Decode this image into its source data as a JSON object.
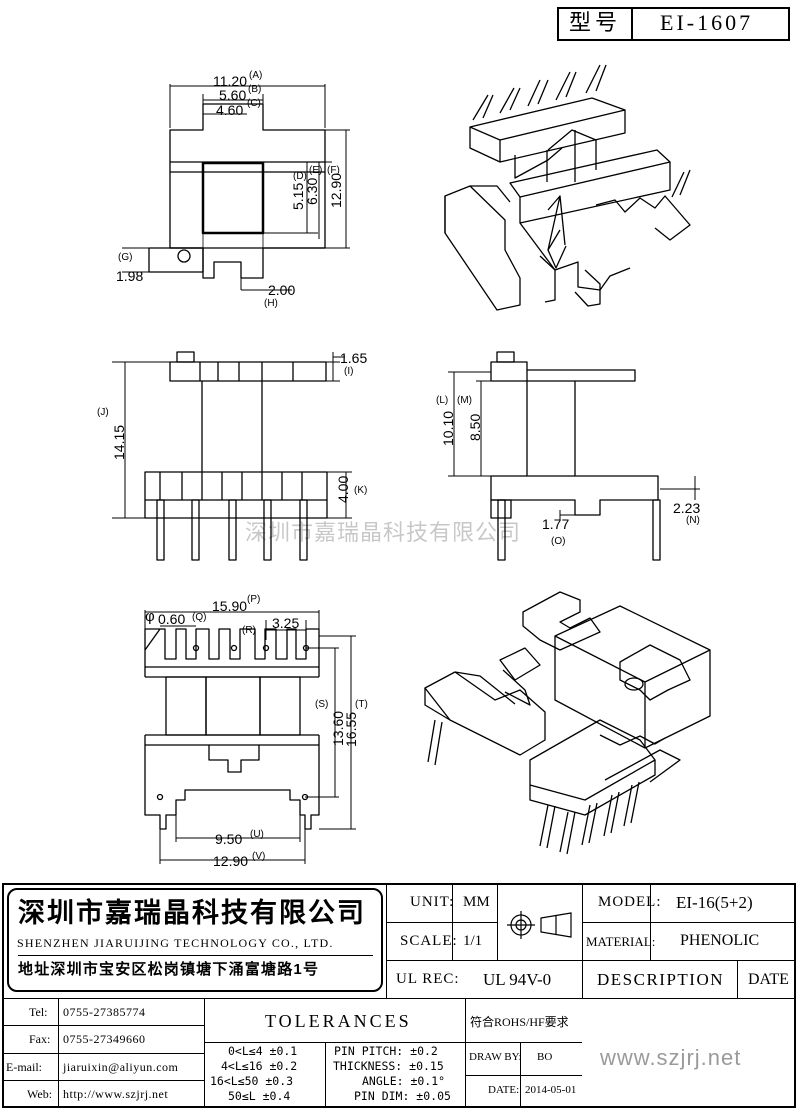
{
  "drawing": {
    "model_tag_label": "型号",
    "model_tag_value": "EI-1607",
    "watermark": "深圳市嘉瑞晶科技有限公司",
    "dims": {
      "A": "11.20",
      "A_tag": "(A)",
      "B": "5.60",
      "B_tag": "(B)",
      "C": "4.60",
      "C_tag": "(C)",
      "D": "5.15",
      "D_tag": "(D)",
      "E": "6.30",
      "E_tag": "(E)",
      "F": "12.90",
      "F_tag": "(F)",
      "G": "1.98",
      "G_tag": "(G)",
      "H": "2.00",
      "H_tag": "(H)",
      "I": "1.65",
      "I_tag": "(I)",
      "J": "14.15",
      "J_tag": "(J)",
      "K": "4.00",
      "K_tag": "(K)",
      "L": "10.10",
      "L_tag": "(L)",
      "M": "8.50",
      "M_tag": "(M)",
      "N": "2.23",
      "N_tag": "(N)",
      "O": "1.77",
      "O_tag": "(O)",
      "P": "15.90",
      "P_tag": "(P)",
      "Q": "0.60",
      "Q_tag": "(Q)",
      "Q_prefix": "φ",
      "R": "3.25",
      "R_tag": "(R)",
      "S": "13.60",
      "S_tag": "(S)",
      "T": "16.55",
      "T_tag": "(T)",
      "U": "9.50",
      "U_tag": "(U)",
      "V": "12.90",
      "V_tag": "(V)"
    }
  },
  "title_block": {
    "company_cn": "深圳市嘉瑞晶科技有限公司",
    "company_en": "SHENZHEN JIARUIJING TECHNOLOGY CO., LTD.",
    "address": "地址深圳市宝安区松岗镇塘下涌富塘路1号",
    "unit_label": "UNIT:",
    "unit_value": "MM",
    "scale_label": "SCALE:",
    "scale_value": "1/1",
    "ul_label": "UL REC:",
    "ul_value": "UL 94V-0",
    "model_label": "MODEL:",
    "model_value": "EI-16(5+2)",
    "material_label": "MATERIAL:",
    "material_value": "PHENOLIC",
    "description_label": "DESCRIPTION",
    "date_label": "DATE",
    "tel_label": "Tel:",
    "tel_value": "0755-27385774",
    "fax_label": "Fax:",
    "fax_value": "0755-27349660",
    "email_label": "E-mail:",
    "email_value": "jiaruixin@aliyun.com",
    "web_label": "Web:",
    "web_value": "http://www.szjrj.net",
    "tolerances_label": "TOLERANCES",
    "rohs": "符合ROHS/HF要求",
    "tol_lines": [
      "0<L≤4 ±0.1",
      "4<L≤16 ±0.2",
      "16<L≤50 ±0.3",
      "50≤L ±0.4"
    ],
    "pin_lines": [
      "PIN PITCH: ±0.2",
      "THICKNESS: ±0.15",
      "ANGLE: ±0.1°",
      "PIN DIM: ±0.05"
    ],
    "drawn_by_label": "DRAW BY:",
    "drawn_by_value": "BO",
    "date_field_label": "DATE:",
    "date_value": "2014-05-01",
    "website": "www.szjrj.net"
  }
}
